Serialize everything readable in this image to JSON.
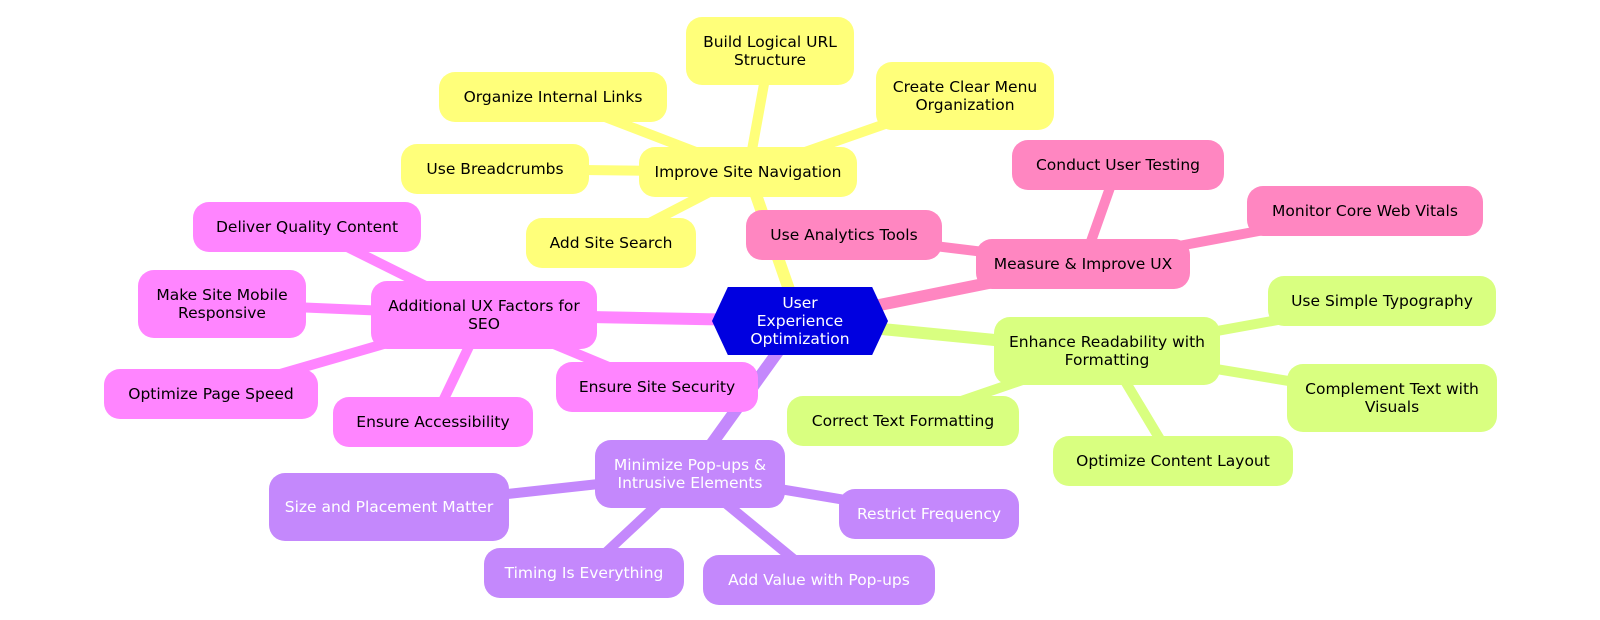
{
  "colors": {
    "center": "#0000e0",
    "navigation": "#ffff7a",
    "measure": "#ff86c1",
    "readability": "#d9ff80",
    "popups": "#c488fc",
    "additional": "#ff85ff"
  },
  "center": {
    "label": "User Experience\nOptimization"
  },
  "navigation": {
    "label": "Improve Site Navigation",
    "children": [
      "Build Logical URL\nStructure",
      "Create Clear Menu\nOrganization",
      "Organize Internal Links",
      "Use Breadcrumbs",
      "Add Site Search"
    ]
  },
  "measure": {
    "label": "Measure & Improve UX",
    "children": [
      "Conduct User Testing",
      "Monitor Core Web Vitals",
      "Use Analytics Tools"
    ]
  },
  "readability": {
    "label": "Enhance Readability with\nFormatting",
    "children": [
      "Use Simple Typography",
      "Complement Text with\nVisuals",
      "Optimize Content Layout",
      "Correct Text Formatting"
    ]
  },
  "popups": {
    "label": "Minimize Pop-ups &\nIntrusive Elements",
    "children": [
      "Size and Placement Matter",
      "Restrict Frequency",
      "Timing Is Everything",
      "Add Value with Pop-ups"
    ]
  },
  "additional": {
    "label": "Additional UX Factors for\nSEO",
    "children": [
      "Deliver Quality Content",
      "Make Site Mobile\nResponsive",
      "Optimize Page Speed",
      "Ensure Accessibility",
      "Ensure Site Security"
    ]
  }
}
